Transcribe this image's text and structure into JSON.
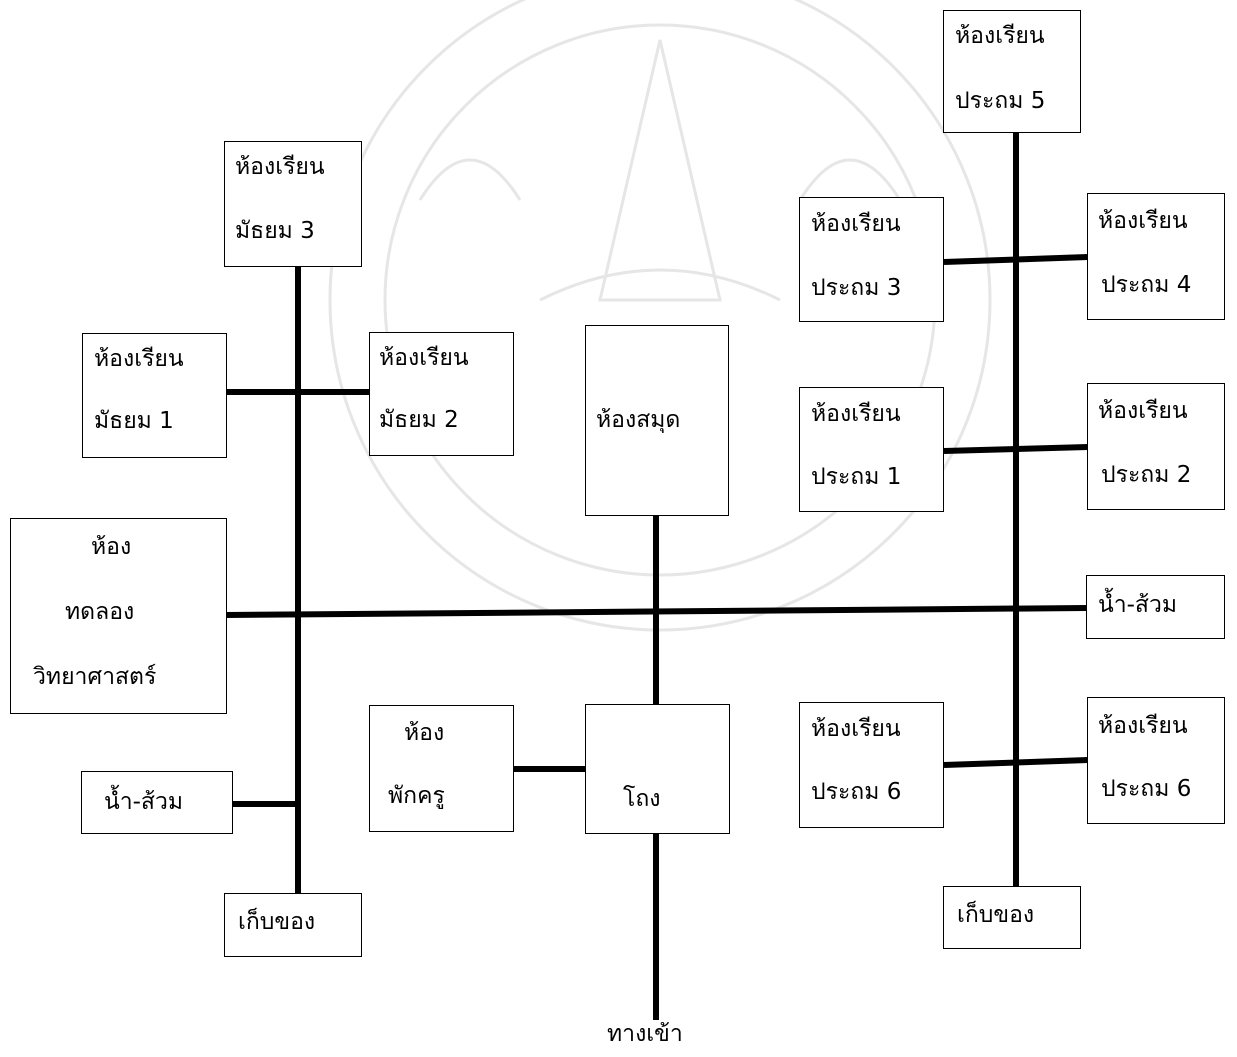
{
  "diagram": {
    "rooms": {
      "m3": {
        "line1": "ห้องเรียน",
        "line2": "มัธยม 3"
      },
      "m1": {
        "line1": "ห้องเรียน",
        "line2": "มัธยม 1"
      },
      "m2": {
        "line1": "ห้องเรียน",
        "line2": "มัธยม 2"
      },
      "library": {
        "line1": "ห้องสมุด"
      },
      "sci": {
        "line1": "ห้อง",
        "line2": "ทดลอง",
        "line3": "วิทยาศาสตร์"
      },
      "toilet_left": {
        "line1": "น้ำ-ส้วม"
      },
      "store_left": {
        "line1": "เก็บของ"
      },
      "teacher": {
        "line1": "ห้อง",
        "line2": "พักครู"
      },
      "hall": {
        "line1": "โถง"
      },
      "entrance": {
        "line1": "ทางเข้า"
      },
      "p5": {
        "line1": "ห้องเรียน",
        "line2": "ประถม 5"
      },
      "p3": {
        "line1": "ห้องเรียน",
        "line2": "ประถม 3"
      },
      "p4": {
        "line1": "ห้องเรียน",
        "line2": "ประถม 4"
      },
      "p1": {
        "line1": "ห้องเรียน",
        "line2": "ประถม 1"
      },
      "p2": {
        "line1": "ห้องเรียน",
        "line2": "ประถม 2"
      },
      "toilet_right": {
        "line1": "น้ำ-ส้วม"
      },
      "p6a": {
        "line1": "ห้องเรียน",
        "line2": "ประถม 6"
      },
      "p6b": {
        "line1": "ห้องเรียน",
        "line2": "ประถม 6"
      },
      "store_right": {
        "line1": "เก็บของ"
      }
    }
  }
}
